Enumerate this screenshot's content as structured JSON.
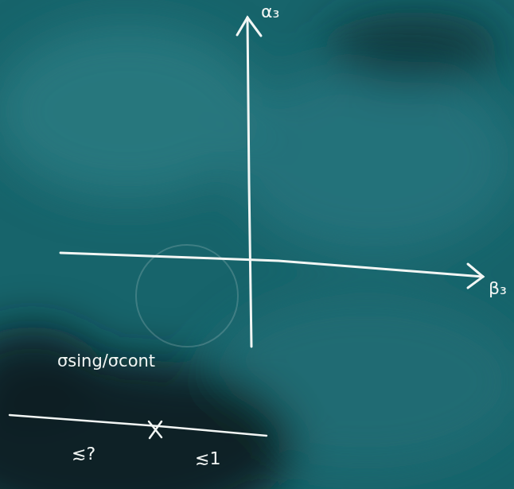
{
  "diagram": {
    "labels": [
      "α₃",
      "β₃",
      "σsing/σcont",
      "≲?",
      "≲1"
    ]
  }
}
